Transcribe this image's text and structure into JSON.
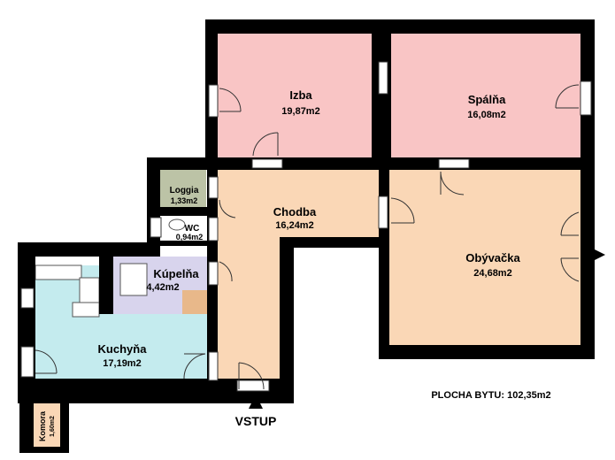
{
  "rooms": {
    "izba": {
      "name": "Izba",
      "area": "19,87m2",
      "fill": "#f9c5c5"
    },
    "spalna": {
      "name": "Spálňa",
      "area": "16,08m2",
      "fill": "#f9c5c5"
    },
    "chodba": {
      "name": "Chodba",
      "area": "16,24m2",
      "fill": "#fad7b6"
    },
    "obyvacka": {
      "name": "Obývačka",
      "area": "24,68m2",
      "fill": "#fad7b6"
    },
    "loggia": {
      "name": "Loggia",
      "area": "1,33m2",
      "fill": "#bcc3a6"
    },
    "wc": {
      "name": "WC",
      "area": "0,94m2",
      "fill": "#ffffff"
    },
    "kupelna": {
      "name": "Kúpelňa",
      "area": "4,42m2",
      "fill": "#d8d4ed"
    },
    "kuchyna": {
      "name": "Kuchyňa",
      "area": "17,19m2",
      "fill": "#c4ebee"
    },
    "komora": {
      "name": "Komora",
      "area": "1,60m2",
      "fill": "#fad7b6"
    }
  },
  "entrance": {
    "label": "VSTUP"
  },
  "total": {
    "label": "PLOCHA BYTU: 102,35m2"
  },
  "colors": {
    "wall": "#000000",
    "storage": "#e8b88a"
  }
}
